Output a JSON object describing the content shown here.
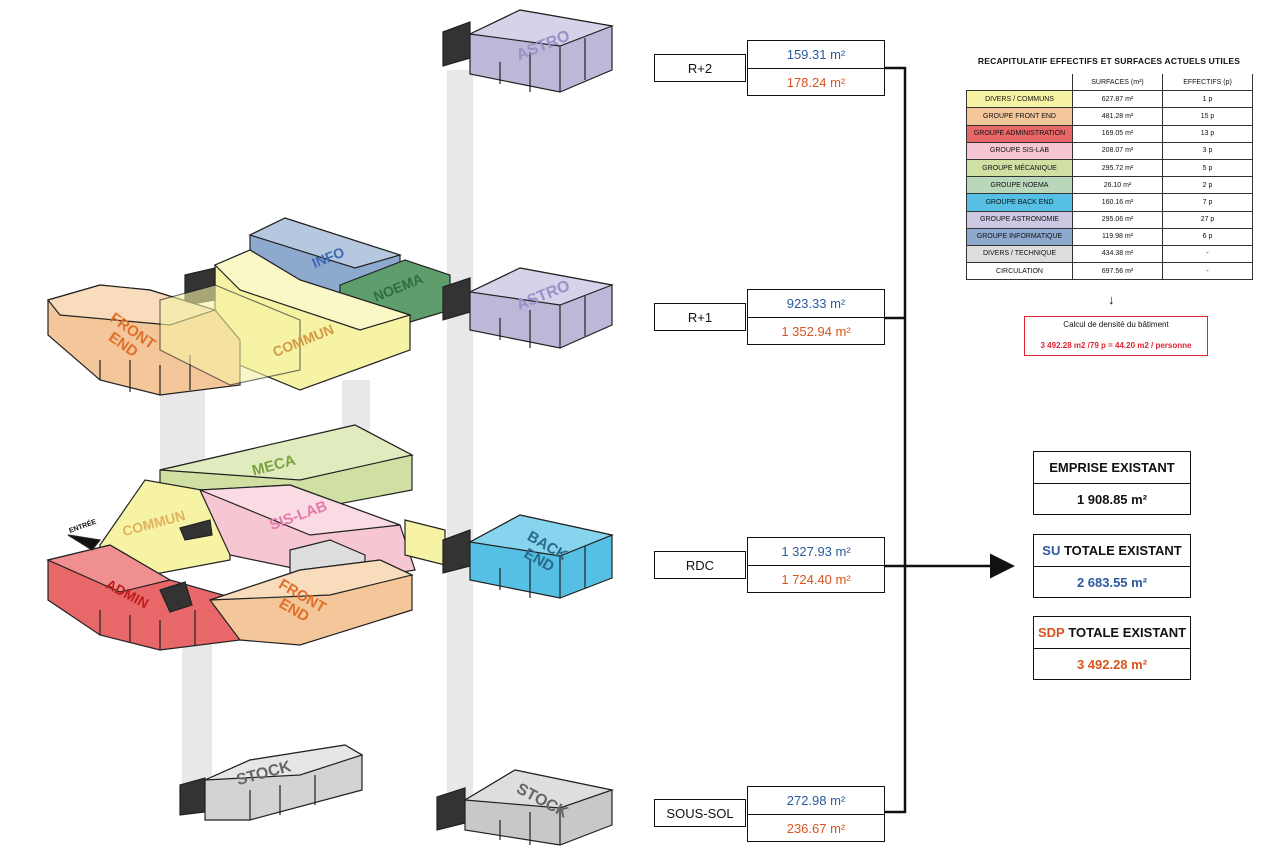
{
  "zones": {
    "astro_top": "ASTRO",
    "info": "INFO",
    "noema": "NOEMA",
    "astro_mid": "ASTRO",
    "front_end_r1": "FRONT\nEND",
    "commun_r1": "COMMUN",
    "meca": "MECA",
    "commun_rdc": "COMMUN",
    "sis_lab": "SIS-LAB",
    "back_end": "BACK\nEND",
    "admin": "ADMIN",
    "front_end_rdc": "FRONT\nEND",
    "stock_left": "STOCK",
    "stock_right": "STOCK",
    "entree": "ENTRÉE"
  },
  "levels": [
    {
      "name": "R+2",
      "su": "159.31 m²",
      "sdp": "178.24 m²"
    },
    {
      "name": "R+1",
      "su": "923.33 m²",
      "sdp": "1 352.94 m²"
    },
    {
      "name": "RDC",
      "su": "1 327.93 m²",
      "sdp": "1 724.40 m²"
    },
    {
      "name": "SOUS-SOL",
      "su": "272.98 m²",
      "sdp": "236.67 m²"
    }
  ],
  "recap": {
    "title": "RECAPITULATIF EFFECTIFS ET SURFACES ACTUELS UTILES",
    "col_surfaces": "SURFACES (m²)",
    "col_effectifs": "EFFECTIFS (p)",
    "rows": [
      {
        "group": "DIVERS / COMMUNS",
        "surface": "627.87 m²",
        "effectif": "1 p",
        "color": "#f6f3a4"
      },
      {
        "group": "GROUPE FRONT END",
        "surface": "481.28 m²",
        "effectif": "15 p",
        "color": "#f4c79a"
      },
      {
        "group": "GROUPE ADMINISTRATION",
        "surface": "169.05 m²",
        "effectif": "13 p",
        "color": "#e8686a"
      },
      {
        "group": "GROUPE SIS-LAB",
        "surface": "208.07 m²",
        "effectif": "3 p",
        "color": "#f6c7d3"
      },
      {
        "group": "GROUPE MÉCANIQUE",
        "surface": "295.72 m²",
        "effectif": "5 p",
        "color": "#cfe0a2"
      },
      {
        "group": "GROUPE NOEMA",
        "surface": "26.10 m²",
        "effectif": "2 p",
        "color": "#b9d8bb"
      },
      {
        "group": "GROUPE BACK END",
        "surface": "160.16 m²",
        "effectif": "7 p",
        "color": "#55c0e4"
      },
      {
        "group": "GROUPE ASTRONOMIE",
        "surface": "295.06 m²",
        "effectif": "27 p",
        "color": "#cdc8e2"
      },
      {
        "group": "GROUPE INFORMATIQUE",
        "surface": "119.98 m²",
        "effectif": "6 p",
        "color": "#8ea9ce"
      },
      {
        "group": "DIVERS / TECHNIQUE",
        "surface": "434.38 m²",
        "effectif": "-",
        "color": "#dddddd"
      },
      {
        "group": "CIRCULATION",
        "surface": "697.56 m²",
        "effectif": "-",
        "color": "#ffffff"
      }
    ]
  },
  "density": {
    "label": "Calcul de densité du bâtiment",
    "value": "3 492.28 m2 /79 p = 44.20 m2 / personne"
  },
  "summary": {
    "emprise_label": "EMPRISE EXISTANT",
    "emprise_value": "1 908.85 m²",
    "su_prefix": "SU",
    "su_label": "TOTALE EXISTANT",
    "su_value": "2 683.55 m²",
    "sdp_prefix": "SDP",
    "sdp_label": "TOTALE EXISTANT",
    "sdp_value": "3 492.28 m²"
  }
}
